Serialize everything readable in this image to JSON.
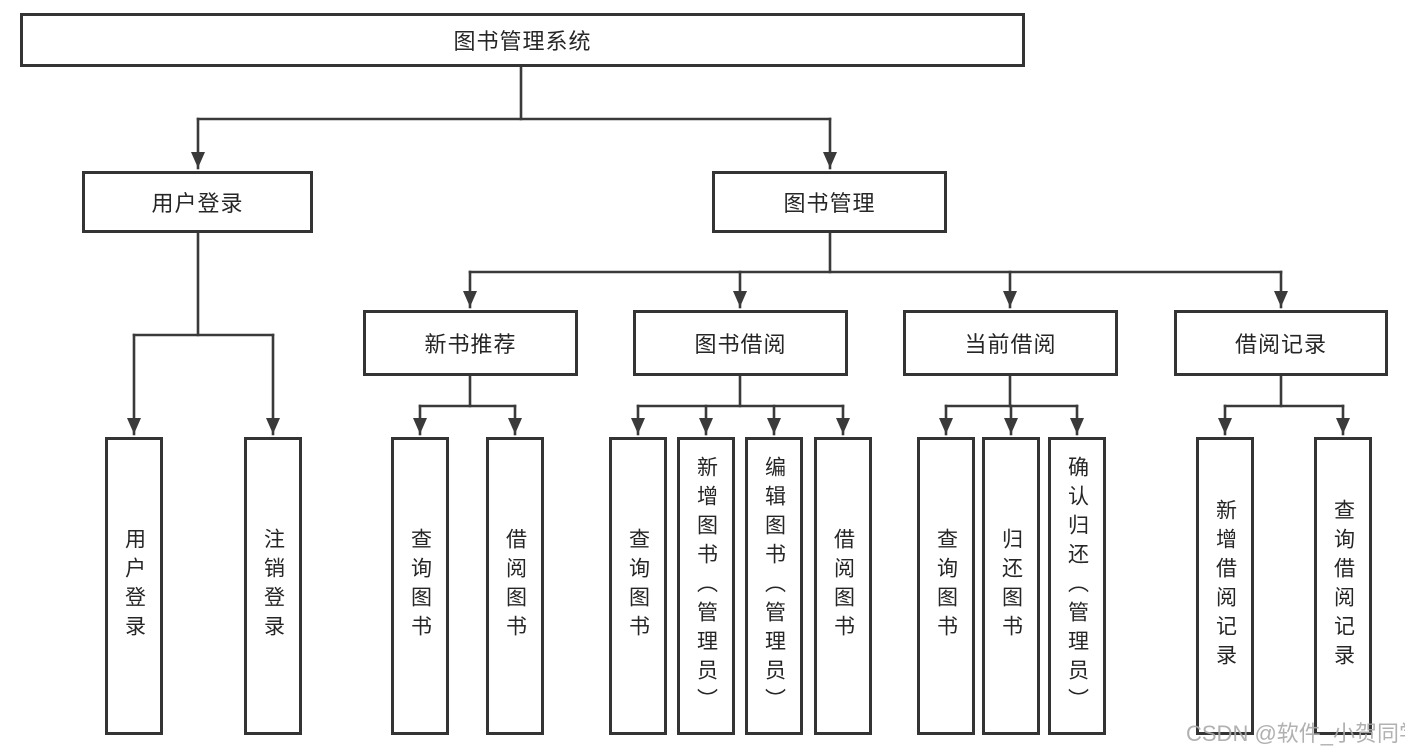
{
  "colors": {
    "background": "#ffffff",
    "border": "#343434",
    "line": "#3a3a3a",
    "text": "#262626",
    "watermark": "#a9a9a9"
  },
  "watermark": {
    "text": "CSDN @软件_小贺同学"
  },
  "tree": {
    "root": {
      "label": "图书管理系统",
      "children": [
        {
          "label": "用户登录",
          "children": [
            {
              "label": "用户登录"
            },
            {
              "label": "注销登录"
            }
          ]
        },
        {
          "label": "图书管理",
          "children": [
            {
              "label": "新书推荐",
              "children": [
                {
                  "label": "查询图书"
                },
                {
                  "label": "借阅图书"
                }
              ]
            },
            {
              "label": "图书借阅",
              "children": [
                {
                  "label": "查询图书"
                },
                {
                  "label": "新增图书（管理员）"
                },
                {
                  "label": "编辑图书（管理员）"
                },
                {
                  "label": "借阅图书"
                }
              ]
            },
            {
              "label": "当前借阅",
              "children": [
                {
                  "label": "查询图书"
                },
                {
                  "label": "归还图书"
                },
                {
                  "label": "确认归还（管理员）"
                }
              ]
            },
            {
              "label": "借阅记录",
              "children": [
                {
                  "label": "新增借阅记录"
                },
                {
                  "label": "查询借阅记录"
                }
              ]
            }
          ]
        }
      ]
    }
  }
}
